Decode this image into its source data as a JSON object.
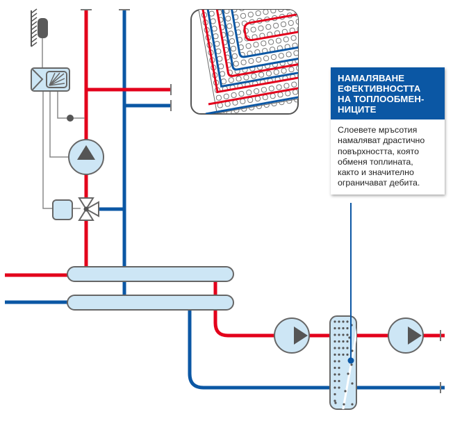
{
  "callout": {
    "title_lines": [
      "НАМАЛЯВАНЕ",
      "ЕФЕКТИВНОСТТА",
      "НА ТОПЛООБМЕН-",
      "НИЦИТЕ"
    ],
    "body_lines": [
      "Слоевете мръсотия",
      "намаляват драстично",
      "повърхността, която",
      "обменя топлината,",
      "както и значително",
      "ограничават дебита."
    ]
  },
  "colors": {
    "supply_hot": "#e3001b",
    "return_cold": "#0b57a4",
    "component_fill": "#cde6f5",
    "component_stroke": "#666666",
    "callout_header": "#0b57a4"
  },
  "components": [
    {
      "name": "wall-temperature-sensor"
    },
    {
      "name": "controller"
    },
    {
      "name": "circulation-pump-vertical"
    },
    {
      "name": "valve-actuator"
    },
    {
      "name": "three-way-mixing-valve"
    },
    {
      "name": "hydraulic-distributor-supply"
    },
    {
      "name": "hydraulic-distributor-return"
    },
    {
      "name": "primary-pump"
    },
    {
      "name": "plate-heat-exchanger"
    },
    {
      "name": "secondary-pump"
    },
    {
      "name": "underfloor-heating-icon"
    }
  ]
}
